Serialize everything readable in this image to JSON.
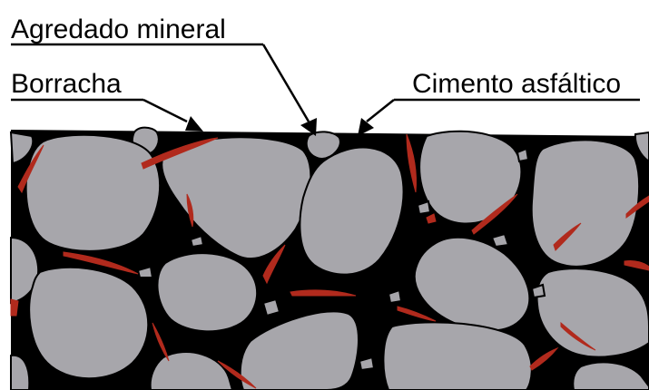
{
  "labels": {
    "aggregate": "Agredado mineral",
    "rubber": "Borracha",
    "binder": "Cimento asfáltico"
  },
  "colors": {
    "background": "#ffffff",
    "binder": "#000000",
    "aggregate": "#a7a6ab",
    "rubber": "#b12a1d",
    "outline": "#000000"
  }
}
